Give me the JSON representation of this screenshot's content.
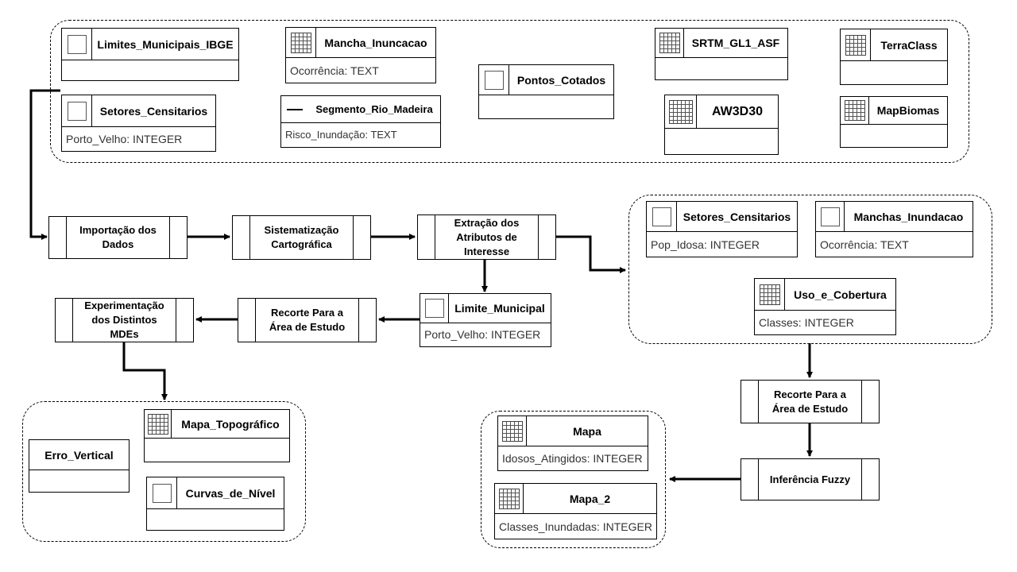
{
  "input_layers": {
    "limites": {
      "title": "Limites_Municipais_IBGE",
      "icon": "polygon-icon",
      "attr": ""
    },
    "setores_in": {
      "title": "Setores_Censitarios",
      "icon": "polygon-icon",
      "attr": "Porto_Velho: INTEGER"
    },
    "mancha": {
      "title": "Mancha_Inuncacao",
      "icon": "raster-grid-icon",
      "attr": "Ocorrência: TEXT"
    },
    "segmento": {
      "title": "Segmento_Rio_Madeira",
      "icon": "line-icon",
      "attr": "Risco_Inundação: TEXT"
    },
    "pontos": {
      "title": "Pontos_Cotados",
      "icon": "polygon-icon",
      "attr": ""
    },
    "srtm": {
      "title": "SRTM_GL1_ASF",
      "icon": "raster-grid-icon",
      "attr": ""
    },
    "aw3d30": {
      "title": "AW3D30",
      "icon": "raster-grid-icon",
      "attr": ""
    },
    "terraclass": {
      "title": "TerraClass",
      "icon": "raster-grid-icon",
      "attr": ""
    },
    "mapbiomas": {
      "title": "MapBiomas",
      "icon": "raster-grid-icon",
      "attr": ""
    }
  },
  "processes": {
    "importacao": "Importação dos\nDados",
    "sistematizacao": "Sistematização\nCartográfica",
    "extracao": "Extração dos\nAtributos de\nInteresse",
    "recorte_left": "Recorte Para a\nÁrea de Estudo",
    "experimentacao": "Experimentação\ndos Distintos\nMDEs",
    "recorte_right": "Recorte Para a\nÁrea de Estudo",
    "inferencia": "Inferência Fuzzy"
  },
  "middle_layers": {
    "limite_municipal": {
      "title": "Limite_Municipal",
      "icon": "polygon-icon",
      "attr": "Porto_Velho: INTEGER"
    }
  },
  "attribute_layers": {
    "setores_attr": {
      "title": "Setores_Censitarios",
      "icon": "polygon-icon",
      "attr": "Pop_Idosa: INTEGER"
    },
    "manchas_attr": {
      "title": "Manchas_Inundacao",
      "icon": "polygon-icon",
      "attr": "Ocorrência: TEXT"
    },
    "uso": {
      "title": "Uso_e_Cobertura",
      "icon": "raster-grid-icon",
      "attr": "Classes: INTEGER"
    }
  },
  "dem_outputs": {
    "topografico": {
      "title": "Mapa_Topográfico",
      "icon": "raster-grid-icon",
      "attr": ""
    },
    "erro": {
      "title": "Erro_Vertical",
      "attr": ""
    },
    "curvas": {
      "title": "Curvas_de_Nível",
      "icon": "polygon-icon",
      "attr": ""
    }
  },
  "final_outputs": {
    "mapa": {
      "title": "Mapa",
      "icon": "raster-grid-icon",
      "attr": "Idosos_Atingidos: INTEGER"
    },
    "mapa2": {
      "title": "Mapa_2",
      "icon": "raster-grid-icon",
      "attr": "Classes_Inundadas: INTEGER"
    }
  }
}
